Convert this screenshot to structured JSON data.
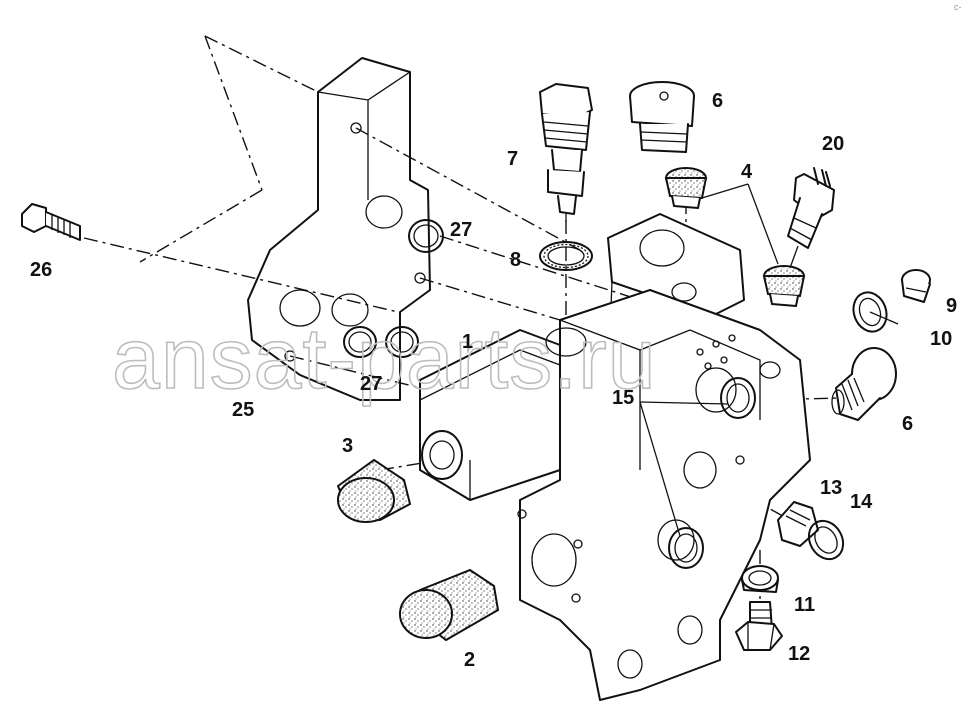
{
  "watermark": "ansat-parts.ru",
  "corner_mark": "c-",
  "callouts": [
    {
      "id": "26",
      "label": "26"
    },
    {
      "id": "25",
      "label": "25"
    },
    {
      "id": "27a",
      "label": "27"
    },
    {
      "id": "27b",
      "label": "27"
    },
    {
      "id": "7",
      "label": "7"
    },
    {
      "id": "8",
      "label": "8"
    },
    {
      "id": "6a",
      "label": "6"
    },
    {
      "id": "20",
      "label": "20"
    },
    {
      "id": "4",
      "label": "4"
    },
    {
      "id": "9",
      "label": "9"
    },
    {
      "id": "10",
      "label": "10"
    },
    {
      "id": "1",
      "label": "1"
    },
    {
      "id": "15",
      "label": "15"
    },
    {
      "id": "6b",
      "label": "6"
    },
    {
      "id": "3",
      "label": "3"
    },
    {
      "id": "13",
      "label": "13"
    },
    {
      "id": "14",
      "label": "14"
    },
    {
      "id": "11",
      "label": "11"
    },
    {
      "id": "2",
      "label": "2"
    },
    {
      "id": "12",
      "label": "12"
    }
  ]
}
